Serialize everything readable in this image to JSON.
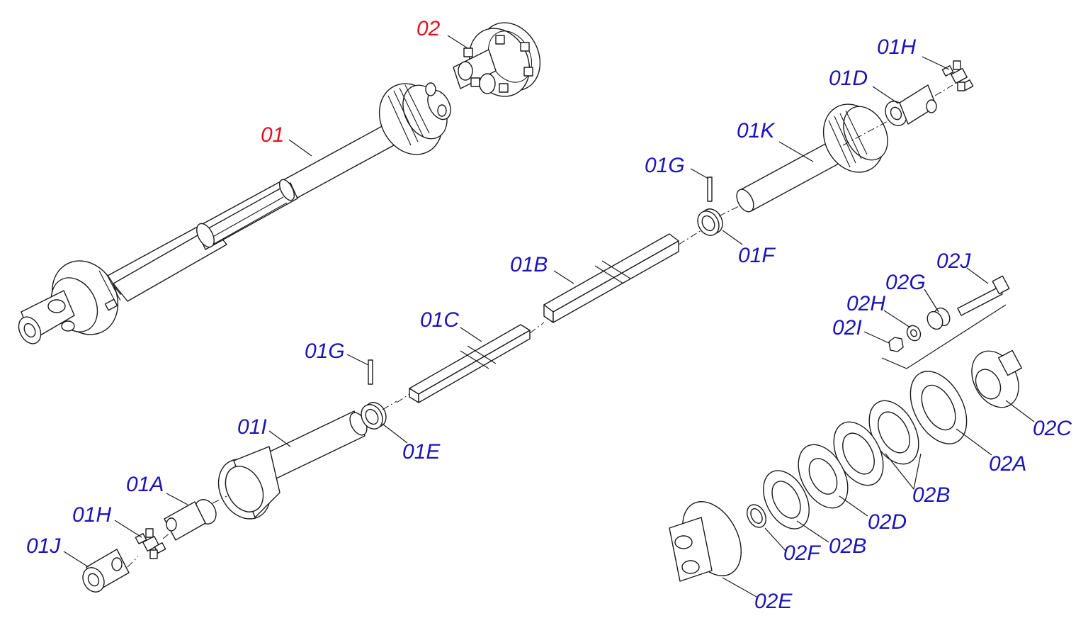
{
  "colors": {
    "assembly_label": "#e0151b",
    "part_label": "#1a14b8",
    "line": "#1a1a1a"
  },
  "labels": {
    "l01": "01",
    "l02": "02",
    "l01H_top": "01H",
    "l01D": "01D",
    "l01K": "01K",
    "l01G_top": "01G",
    "l01F": "01F",
    "l01B": "01B",
    "l01C": "01C",
    "l01G_bot": "01G",
    "l01I": "01I",
    "l01E": "01E",
    "l01A": "01A",
    "l01H_bot": "01H",
    "l01J": "01J",
    "l02J": "02J",
    "l02G": "02G",
    "l02H": "02H",
    "l02I": "02I",
    "l02C": "02C",
    "l02A": "02A",
    "l02B_right": "02B",
    "l02D": "02D",
    "l02B_left": "02B",
    "l02F": "02F",
    "l02E": "02E"
  }
}
